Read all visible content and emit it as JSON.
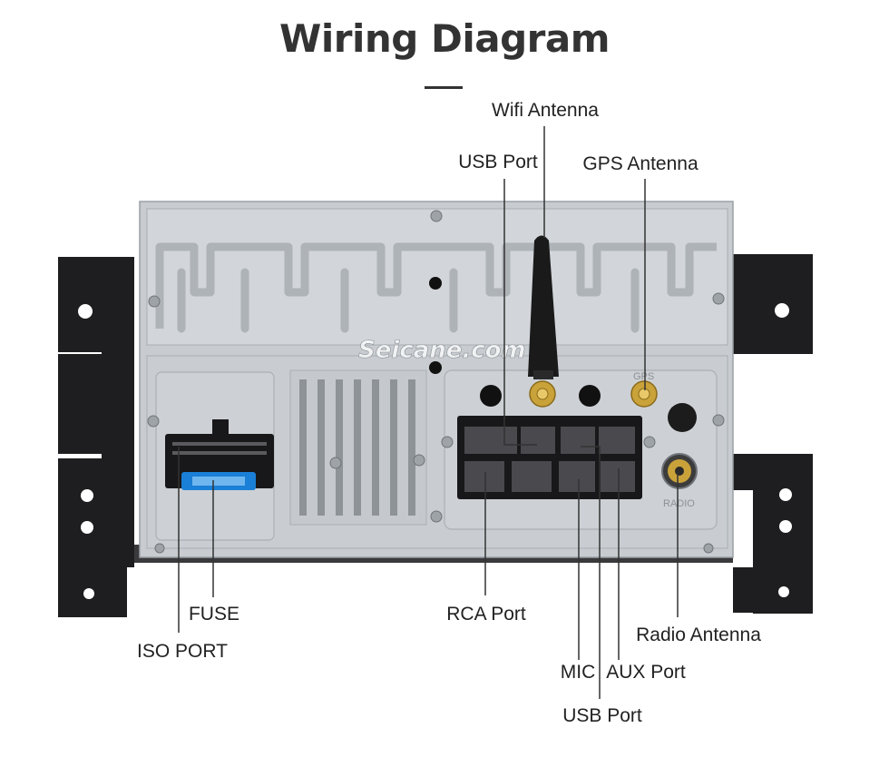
{
  "title": "Wiring Diagram",
  "watermark": "Seicane.com",
  "panel_markings": {
    "gps": "GPS",
    "radio": "RADIO"
  },
  "labels": {
    "wifi_antenna": "Wifi Antenna",
    "usb_port_top": "USB Port",
    "gps_antenna": "GPS Antenna",
    "fuse": "FUSE",
    "iso_port": "ISO PORT",
    "rca_port": "RCA Port",
    "radio_antenna": "Radio Antenna",
    "mic": "MIC",
    "aux_port": "AUX Port",
    "usb_port_bottom": "USB Port"
  },
  "colors": {
    "title": "#333333",
    "chassis": "#c8ccd0",
    "bracket": "#1e1e20",
    "fuse": "#1a7fd6",
    "gold": "#c9a23a",
    "connector": "#18181a"
  }
}
